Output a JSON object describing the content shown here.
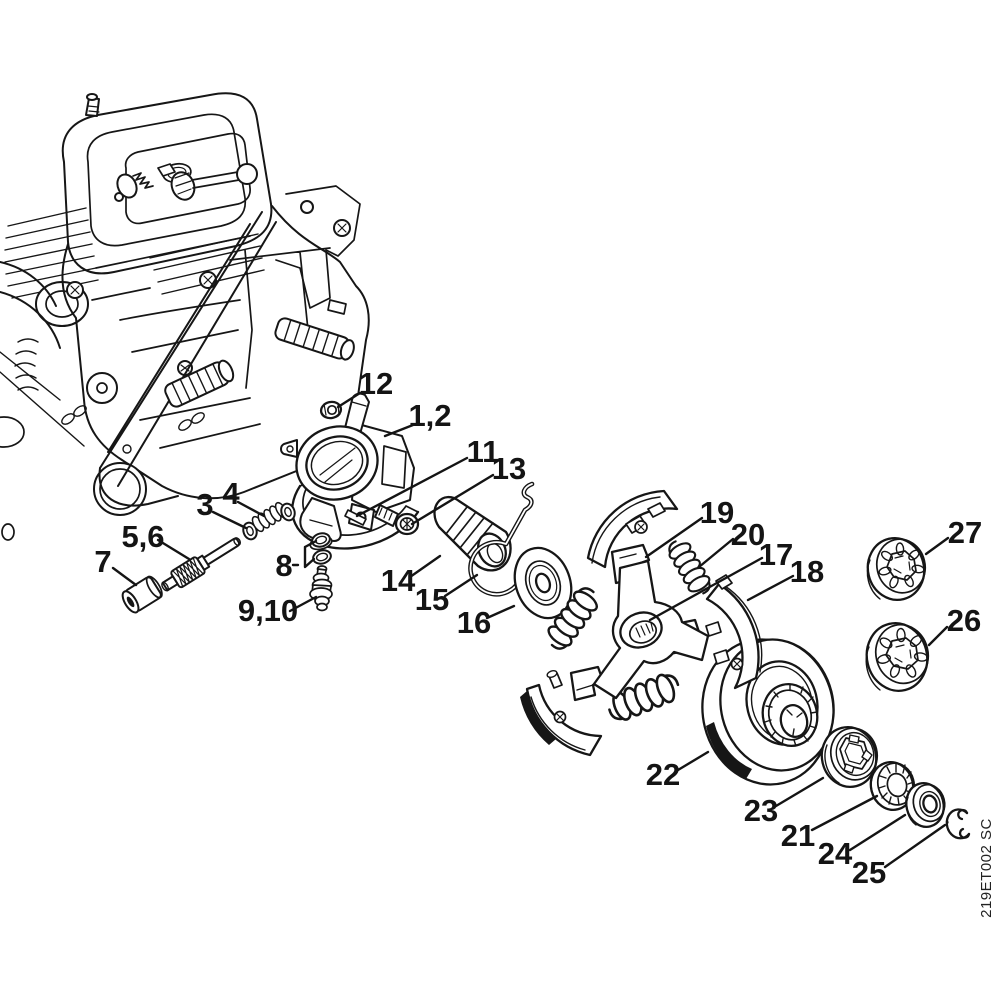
{
  "figure": {
    "drawing_code": "219ET002 SC",
    "callouts": [
      "12",
      "1,2",
      "11",
      "13",
      "3",
      "4",
      "5,6",
      "7",
      "8",
      "9,10",
      "14",
      "15",
      "16",
      "19",
      "20",
      "17",
      "18",
      "27",
      "26",
      "22",
      "23",
      "21",
      "24",
      "25"
    ]
  }
}
